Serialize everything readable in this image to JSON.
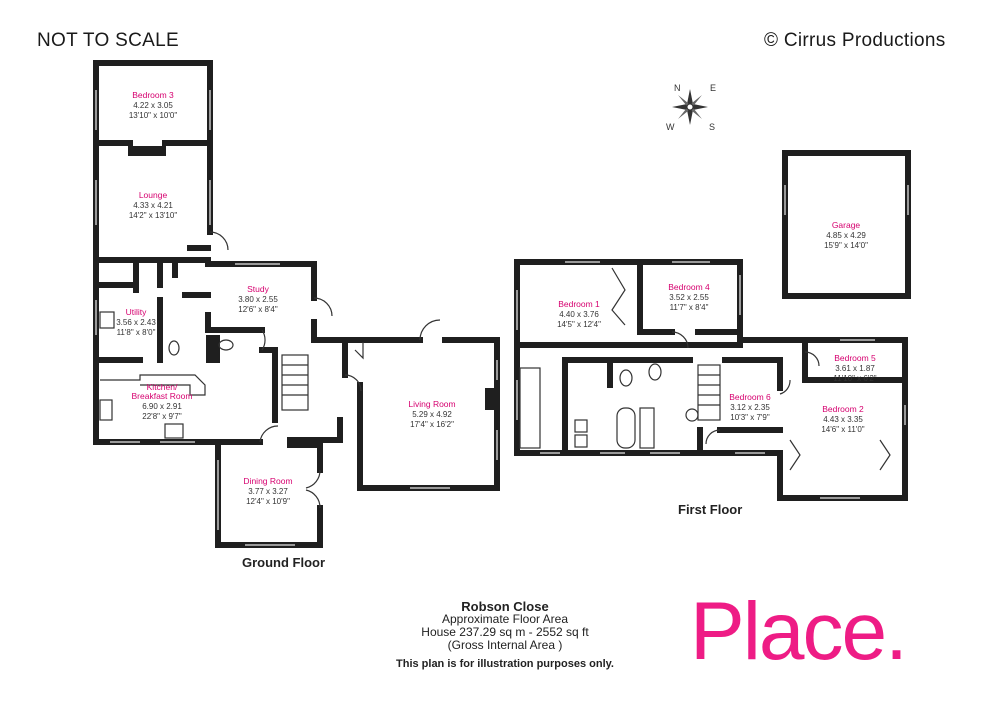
{
  "header": {
    "scale_note": "NOT TO SCALE",
    "copyright": "© Cirrus Productions"
  },
  "compass": {
    "n": "N",
    "e": "E",
    "s": "S",
    "w": "W"
  },
  "ground_floor": {
    "label": "Ground Floor",
    "rooms": {
      "bedroom3": {
        "name": "Bedroom 3",
        "metric": "4.22 x 3.05",
        "imperial": "13'10\" x 10'0\""
      },
      "lounge": {
        "name": "Lounge",
        "metric": "4.33 x 4.21",
        "imperial": "14'2\" x 13'10\""
      },
      "study": {
        "name": "Study",
        "metric": "3.80 x 2.55",
        "imperial": "12'6\" x 8'4\""
      },
      "utility": {
        "name": "Utility",
        "metric": "3.56 x 2.43",
        "imperial": "11'8\" x 8'0\""
      },
      "kitchen": {
        "name": "Kitchen/",
        "name2": "Breakfast Room",
        "metric": "6.90 x 2.91",
        "imperial": "22'8\" x 9'7\""
      },
      "living": {
        "name": "Living Room",
        "metric": "5.29 x 4.92",
        "imperial": "17'4\" x 16'2\""
      },
      "dining": {
        "name": "Dining Room",
        "metric": "3.77 x 3.27",
        "imperial": "12'4\" x 10'9\""
      }
    }
  },
  "first_floor": {
    "label": "First Floor",
    "rooms": {
      "bedroom1": {
        "name": "Bedroom 1",
        "metric": "4.40 x 3.76",
        "imperial": "14'5\" x 12'4\""
      },
      "bedroom4": {
        "name": "Bedroom 4",
        "metric": "3.52 x 2.55",
        "imperial": "11'7\" x 8'4\""
      },
      "bedroom5": {
        "name": "Bedroom 5",
        "metric": "3.61 x 1.87",
        "imperial": "11'10\" x 6'2\""
      },
      "bedroom6": {
        "name": "Bedroom 6",
        "metric": "3.12 x 2.35",
        "imperial": "10'3\" x 7'9\""
      },
      "bedroom2": {
        "name": "Bedroom 2",
        "metric": "4.43 x 3.35",
        "imperial": "14'6\" x 11'0\""
      }
    }
  },
  "garage": {
    "name": "Garage",
    "metric": "4.85 x 4.29",
    "imperial": "15'9\" x 14'0\""
  },
  "info": {
    "title": "Robson Close",
    "line1": "Approximate Floor Area",
    "line2": "House 237.29 sq m - 2552 sq ft",
    "line3": "(Gross Internal Area )",
    "note": "This plan is for illustration purposes only."
  },
  "logo": {
    "text": "Place",
    "dot": ".",
    "color": "#ee1c85"
  },
  "colors": {
    "room_label": "#d6006f",
    "wall": "#1f1f1f"
  }
}
